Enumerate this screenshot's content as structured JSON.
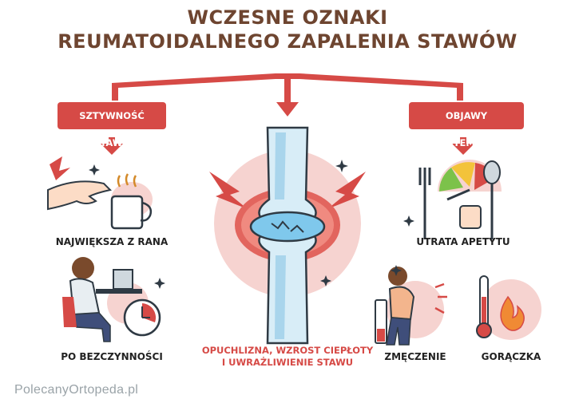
{
  "title": {
    "line1": "WCZESNE OZNAKI",
    "line2": "REUMATOIDALNEGO ZAPALENIA STAWÓW"
  },
  "branches": {
    "left": "SZTYWNOŚĆ STAWU",
    "right": "OBJAWY SYSTEMOWE"
  },
  "symptoms": {
    "morning": "NAJWIĘKSZA Z RANA",
    "inactivity": "PO BEZCZYNNOŚCI",
    "joint_line1": "OPUCHLIZNA, WZROST CIEPŁOTY",
    "joint_line2": "I UWRAŻLIWIENIE STAWU",
    "appetite": "UTRATA APETYTU",
    "fatigue": "ZMĘCZENIE",
    "fever": "GORĄCZKA"
  },
  "footer": "PolecanyOrtopeda.pl",
  "colors": {
    "accent": "#d64a46",
    "title": "#6e4530",
    "pink": "#f6d3d0",
    "blue": "#7fc8ec"
  }
}
